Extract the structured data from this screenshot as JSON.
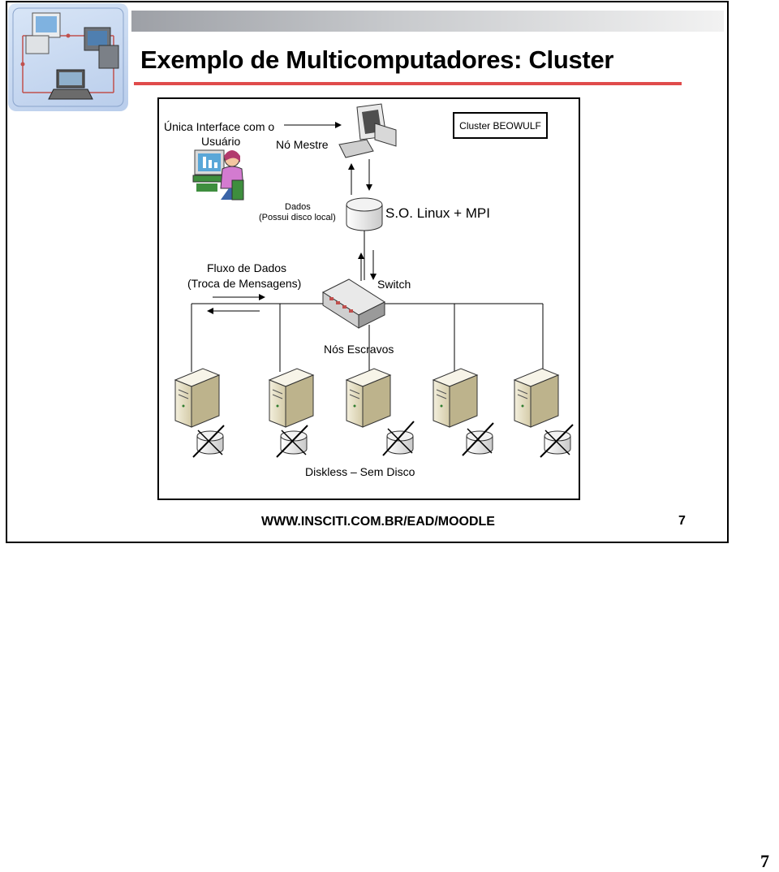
{
  "slide": {
    "title": "Exemplo de Multicomputadores: Cluster",
    "footer_url": "WWW.INSCITI.COM.BR/EAD/MOODLE",
    "page_number": "7",
    "page_number_outside": "7"
  },
  "diagram": {
    "cluster_label": "Cluster BEOWULF",
    "user_interface_line1": "Única Interface com o",
    "user_interface_line2": "Usuário",
    "master_node": "Nó Mestre",
    "data_line1": "Dados",
    "data_line2": "(Possui disco local)",
    "os_label": "S.O. Linux + MPI",
    "flow_line1": "Fluxo de Dados",
    "flow_line2": "(Troca de Mensagens)",
    "switch_label": "Switch",
    "slaves_label": "Nós Escravos",
    "diskless_label": "Diskless – Sem Disco"
  },
  "icons": [
    "network-logo-icon",
    "user-at-computer-icon",
    "master-computer-icon",
    "disk-icon",
    "switch-icon",
    "server-icon",
    "crossed-disk-icon"
  ],
  "colors": {
    "accent_red": "#e04b4b",
    "server_body": "#e8e1c8",
    "monitor": "#5aa7d8"
  }
}
